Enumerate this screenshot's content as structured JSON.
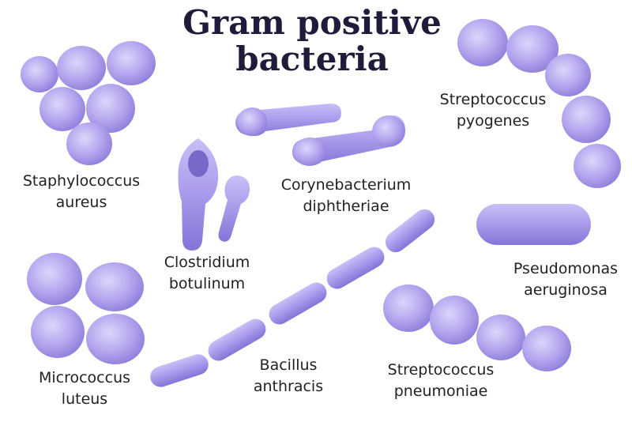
{
  "title": {
    "line1": "Gram positive",
    "line2": "bacteria"
  },
  "colors": {
    "cell_light": "#ddd6fb",
    "cell_mid": "#b4a5ee",
    "cell_dark": "#8a78d8",
    "nucleus": "#7a68c8",
    "title_text": "#1f1b3a",
    "label_text": "#222222"
  },
  "bacteria": [
    {
      "id": "staphylococcus",
      "line1": "Staphylococcus",
      "line2": "aureus"
    },
    {
      "id": "streptococcus-pyogenes",
      "line1": "Streptococcus",
      "line2": "pyogenes"
    },
    {
      "id": "corynebacterium",
      "line1": "Corynebacterium",
      "line2": "diphtheriae"
    },
    {
      "id": "clostridium",
      "line1": "Clostridium",
      "line2": "botulinum"
    },
    {
      "id": "pseudomonas",
      "line1": "Pseudomonas",
      "line2": "aeruginosa"
    },
    {
      "id": "micrococcus",
      "line1": "Micrococcus",
      "line2": "luteus"
    },
    {
      "id": "bacillus",
      "line1": "Bacillus",
      "line2": "anthracis"
    },
    {
      "id": "streptococcus-pneumoniae",
      "line1": "Streptococcus",
      "line2": "pneumoniae"
    }
  ]
}
